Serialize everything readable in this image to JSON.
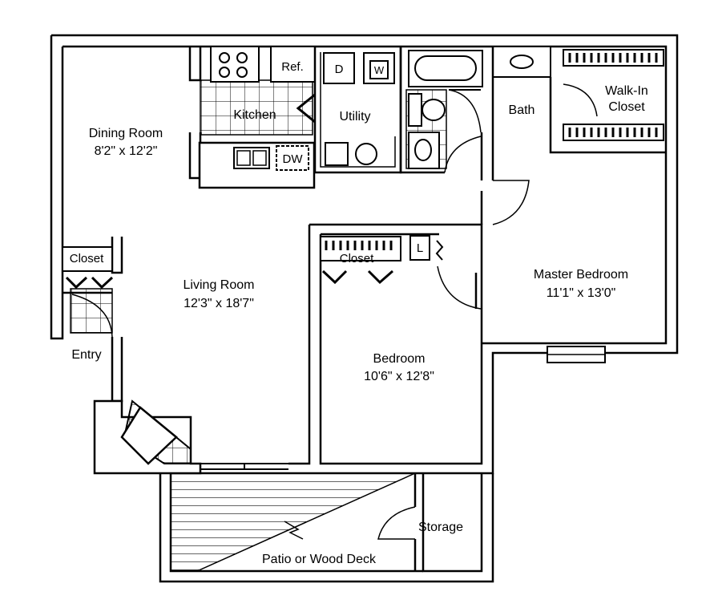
{
  "rooms": {
    "dining": {
      "name": "Dining Room",
      "dims": "8'2\" x 12'2\""
    },
    "kitchen": {
      "name": "Kitchen"
    },
    "utility": {
      "name": "Utility"
    },
    "bath": {
      "name": "Bath"
    },
    "walkin": {
      "line1": "Walk-In",
      "line2": "Closet"
    },
    "living": {
      "name": "Living Room",
      "dims": "12'3\" x 18'7\""
    },
    "master": {
      "name": "Master Bedroom",
      "dims": "11'1\" x 13'0\""
    },
    "bedroom": {
      "name": "Bedroom",
      "dims": "10'6\" x 12'8\""
    },
    "entry": {
      "name": "Entry"
    },
    "entry_closet": {
      "name": "Closet"
    },
    "bedroom_closet": {
      "name": "Closet"
    },
    "storage": {
      "name": "Storage"
    },
    "patio": {
      "name": "Patio or Wood Deck"
    }
  },
  "fixtures": {
    "refrigerator": "Ref.",
    "dryer": "D",
    "washer": "W",
    "dishwasher": "DW",
    "linen": "L"
  }
}
